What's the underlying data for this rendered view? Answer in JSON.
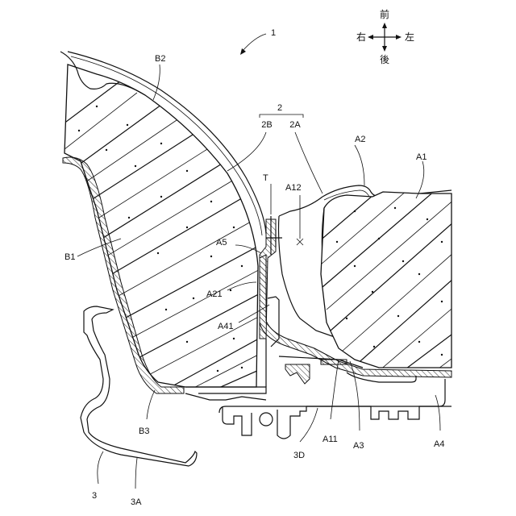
{
  "figure": {
    "reference_number": "1",
    "directions": {
      "front": "前",
      "rear": "後",
      "right": "右",
      "left": "左"
    }
  },
  "labels": {
    "group_2": "2",
    "group_2B": "2B",
    "group_2A": "2A",
    "A1": "A1",
    "A2": "A2",
    "A3": "A3",
    "A4": "A4",
    "A5": "A5",
    "A11": "A11",
    "A12": "A12",
    "A21": "A21",
    "A41": "A41",
    "B1": "B1",
    "B2": "B2",
    "B3": "B3",
    "T": "T",
    "part_3": "3",
    "part_3A": "3A",
    "part_3D": "3D"
  }
}
